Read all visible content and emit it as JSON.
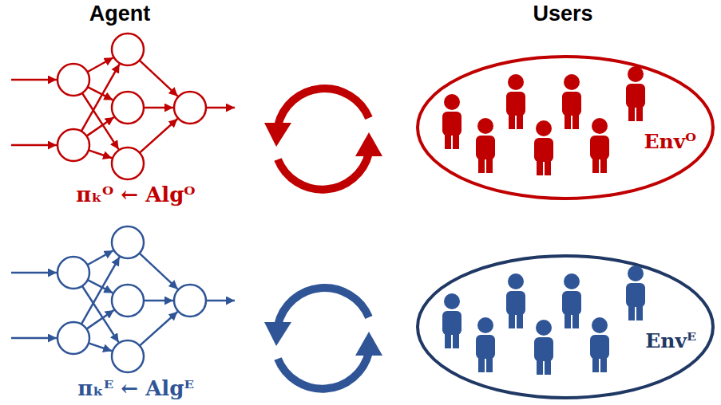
{
  "diagram": {
    "nodes": [
      {
        "text": [
          "Envᴼ"
        ]
      },
      {
        "text": [
          "Envᴱ"
        ]
      }
    ],
    "labels": [
      "Agent",
      "Users",
      "πₖᴼ ← Algᴼ",
      "πₖᴱ ← Algᴱ"
    ]
  }
}
